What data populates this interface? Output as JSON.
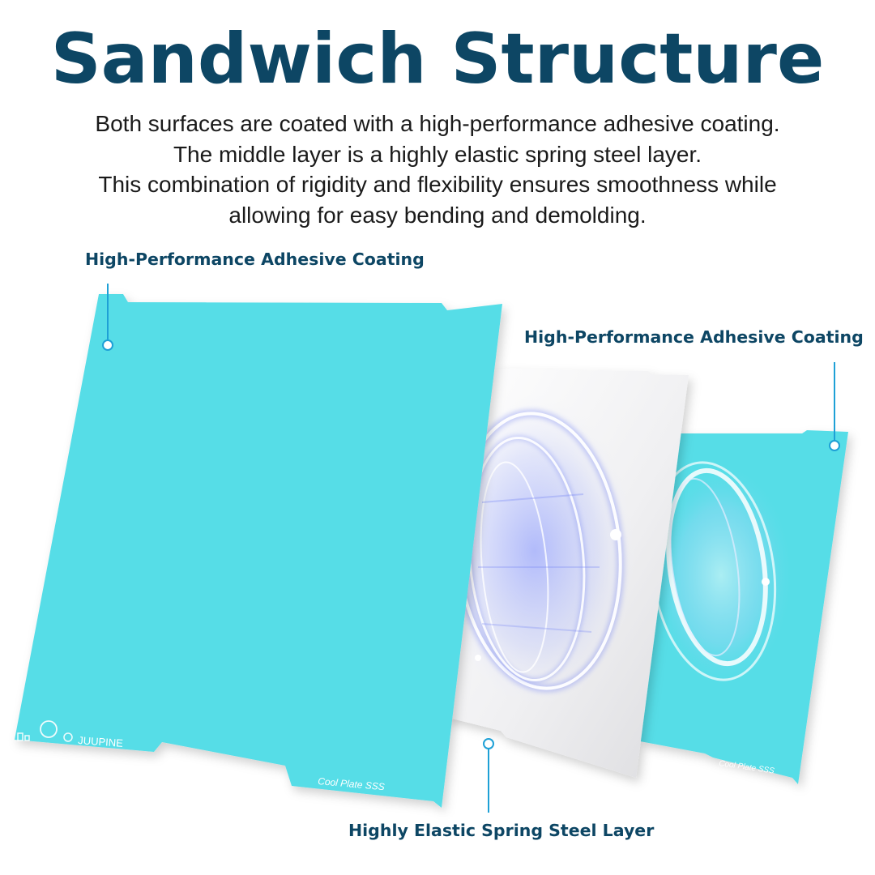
{
  "header": {
    "title": "Sandwich Structure",
    "description_lines": [
      "Both surfaces are coated with a high-performance adhesive coating.",
      "The middle layer is a highly elastic spring steel layer.",
      "This combination of rigidity and flexibility ensures smoothness while",
      "allowing for easy bending and demolding."
    ]
  },
  "labels": {
    "front_coating": "High-Performance Adhesive Coating",
    "back_coating": "High-Performance Adhesive Coating",
    "steel_layer": "Highly Elastic Spring Steel Layer"
  },
  "plate_markings": {
    "front_brand": "JUUPINE",
    "front_model": "Cool Plate SSS",
    "back_model": "Cool Plate SSS"
  },
  "colors": {
    "title": "#0d4664",
    "coating": "#57dde7",
    "steel": "#f1f1f3",
    "callout_line": "#1ea0d6",
    "ring_glow": "#5a6cf0"
  }
}
